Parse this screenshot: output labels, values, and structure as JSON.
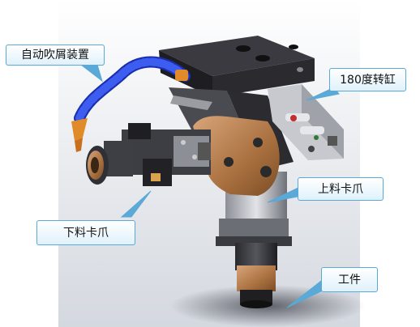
{
  "labels": {
    "auto_chip_blower": "自动吹屑装置",
    "cylinder_180": "180度转缸",
    "upper_chuck": "上料卡爪",
    "lower_chuck": "下料卡爪",
    "workpiece": "工件"
  },
  "colors": {
    "callout_border": "#5aa9d6",
    "blue_hose": "#1e3cc8",
    "bronze_housing": "#b07a4a",
    "nozzle_orange": "#e08a2a",
    "plate_dark": "#1e1e22"
  }
}
